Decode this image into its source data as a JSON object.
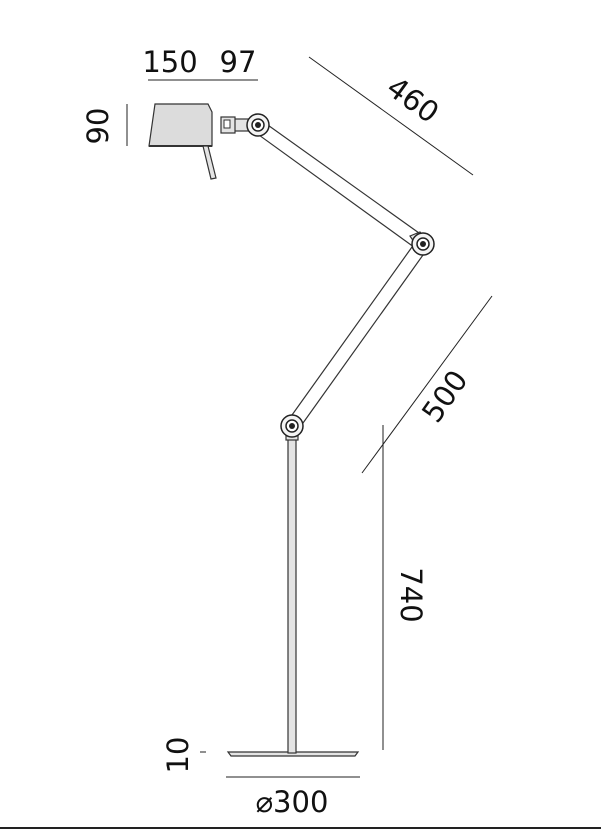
{
  "dimensions": {
    "shade_depth": "150",
    "shade_offset": "97",
    "shade_height": "90",
    "upper_arm": "460",
    "lower_arm": "500",
    "column": "740",
    "base_thickness": "10",
    "base_diameter": "⌀300"
  }
}
